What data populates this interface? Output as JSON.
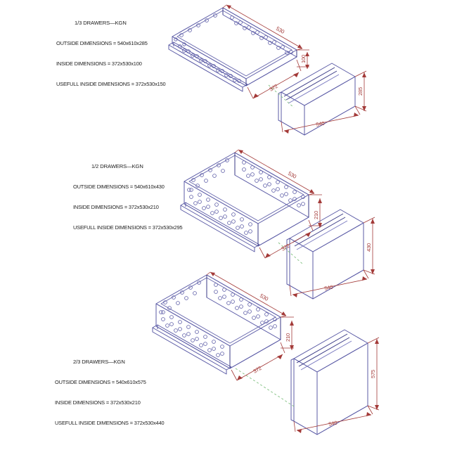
{
  "drawing": {
    "title": "KGN Drawer Assemblies - Isometric Dimensioned Views",
    "units": "mm",
    "colors": {
      "geometry": "#5b5ba6",
      "geometry_dark": "#3a3a86",
      "dimension": "#a33a38",
      "centerline": "#7fbf7f",
      "text": "#1b1b1b",
      "background": "#ffffff"
    }
  },
  "assemblies": [
    {
      "id": "one-third",
      "spec": {
        "title": "1/3 DRAWERS—KGN",
        "outside_label": "OUTSIDE DIMENSIONS = 540x610x285",
        "inside_label": "INSIDE DIMENSIONS = 372x530x100",
        "usefull_label": "USEFULL INSIDE DIMENSIONS = 372x530x150"
      },
      "dimensions": {
        "length": "530",
        "depth": "372",
        "box_height": "100",
        "front_height": "285",
        "front_width": "540"
      }
    },
    {
      "id": "one-half",
      "spec": {
        "title": "1/2 DRAWERS—KGN",
        "outside_label": "OUTSIDE DIMENSIONS = 540x610x430",
        "inside_label": "INSIDE DIMENSIONS = 372x530x210",
        "usefull_label": "USEFULL INSIDE DIMENSIONS = 372x530x295"
      },
      "dimensions": {
        "length": "530",
        "depth": "372",
        "box_height": "210",
        "front_height": "430",
        "front_width": "540"
      }
    },
    {
      "id": "two-thirds",
      "spec": {
        "title": "2/3 DRAWERS—KGN",
        "outside_label": "OUTSIDE DIMENSIONS = 540x610x575",
        "inside_label": "INSIDE DIMENSIONS = 372x530x210",
        "usefull_label": "USEFULL INSIDE DIMENSIONS = 372x530x440"
      },
      "dimensions": {
        "length": "530",
        "depth": "372",
        "box_height": "210",
        "front_height": "575",
        "front_width": "540"
      }
    }
  ]
}
